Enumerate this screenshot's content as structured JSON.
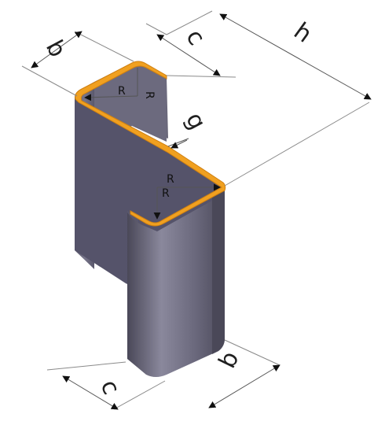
{
  "diagram": {
    "profile_shape": "Z-section (isometric view)",
    "colors": {
      "background": "#ffffff",
      "edge_highlight": "#f0a020",
      "face_dark": "#4c4a5c",
      "face_mid": "#6e6c80",
      "face_light": "#8e8ca0",
      "top_face": "#3e3c4e",
      "dimension_line": "#555555"
    },
    "labels": {
      "b_top": "b",
      "c_top": "c",
      "h": "h",
      "g": "g",
      "b_bottom": "b",
      "c_bottom": "c",
      "r1": "R",
      "r2": "R",
      "r3": "R",
      "r4": "R"
    }
  }
}
